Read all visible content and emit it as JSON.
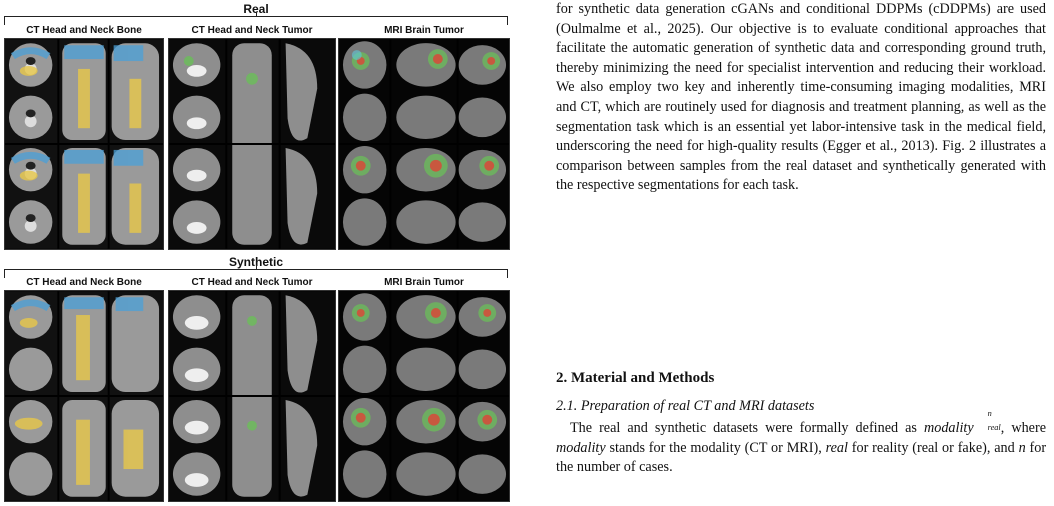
{
  "figure": {
    "real_label": "Real",
    "synthetic_label": "Synthetic",
    "columns": [
      "CT Head and Neck Bone",
      "CT Head and Neck Tumor",
      "MRI Brain Tumor"
    ]
  },
  "body": {
    "paragraph1": "for synthetic data generation cGANs and conditional DDPMs (cDDPMs) are used (Oulmalme et al., 2025). Our objective is to evaluate conditional approaches that facilitate the automatic generation of synthetic data and corresponding ground truth, thereby minimizing the need for specialist intervention and reducing their workload. We also employ two key and inherently time-consuming imaging modalities, MRI and CT, which are routinely used for diagnosis and treatment planning, as well as the segmentation task which is an essential yet labor-intensive task in the medical field, underscoring the need for high-quality results (Egger et al., 2013). Fig. 2 illustrates a comparison between samples from the real dataset and synthetically generated with the respective segmentations for each task.",
    "section_title": "2. Material and Methods",
    "subsection_title": "2.1. Preparation of real CT and MRI datasets",
    "p2_intro": "The real and synthetic datasets were formally defined as",
    "p2_formula_base": "modality",
    "p2_formula_sup": "n",
    "p2_formula_sub": "real",
    "p2_where": ", where",
    "p2_modality": "modality",
    "p2_modality_desc": "stands for the modality (CT or MRI),",
    "p2_real": "real",
    "p2_real_desc": "for reality (real or fake), and",
    "p2_n": "n",
    "p2_n_desc": "for the number of cases."
  },
  "colors": {
    "bone_overlay": "#e8c84a",
    "bone_overlay_blue": "#4aa0d8",
    "tumor_green": "#6bbf59",
    "tumor_red": "#d84a3a",
    "mri_cyan": "#5fc8d8"
  }
}
